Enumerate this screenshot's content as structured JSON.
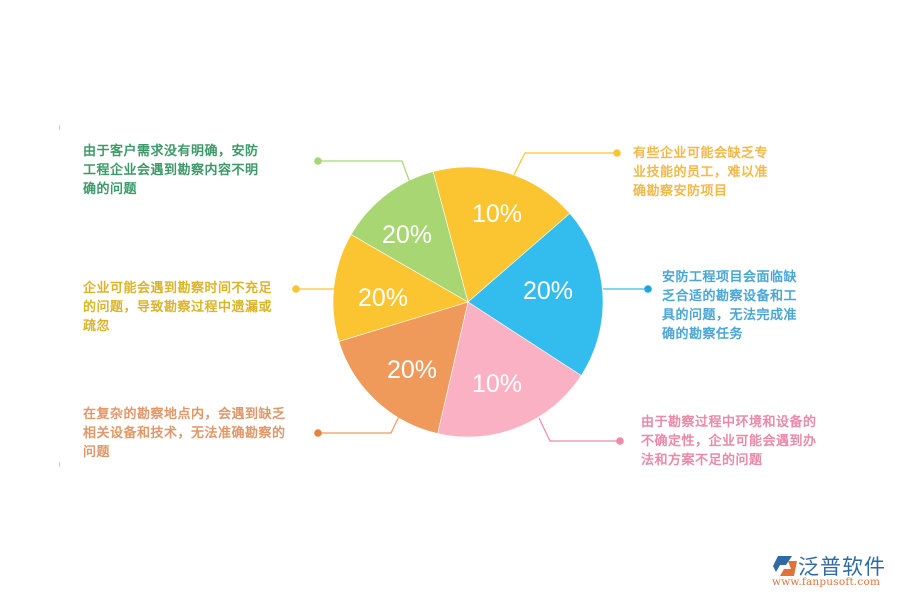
{
  "chart_data": {
    "type": "pie",
    "title": "",
    "center": [
      468,
      302
    ],
    "radius": 135,
    "slices": [
      {
        "label": "有些企业可能会缺乏专业技能的员工，难以准确勘察安防项目",
        "value": 10,
        "display": "10%",
        "color": "#fbc531",
        "start_angle": -105,
        "end_angle": -41
      },
      {
        "label": "安防工程项目会面临缺乏合适的勘察设备和工具的问题，无法完成准确的勘察任务",
        "value": 20,
        "display": "20%",
        "color": "#33bdef",
        "start_angle": -41,
        "end_angle": 33
      },
      {
        "label": "由于勘察过程中环境和设备的不确定性，企业可能会遇到办法和方案不足的问题",
        "value": 10,
        "display": "10%",
        "color": "#fbb1c4",
        "start_angle": 33,
        "end_angle": 103
      },
      {
        "label": "在复杂的勘察地点内，会遇到缺乏相关设备和技术，无法准确勘察的问题",
        "value": 20,
        "display": "20%",
        "color": "#ef995a",
        "start_angle": 103,
        "end_angle": 163
      },
      {
        "label": "企业可能会遇到勘察时间不充足的问题，导致勘察过程中遗漏或疏忽",
        "value": 20,
        "display": "20%",
        "color": "#fbc531",
        "start_angle": 163,
        "end_angle": 210
      },
      {
        "label": "由于客户需求没有明确，安防工程企业会遇到勘察内容不明确的问题",
        "value": 20,
        "display": "20%",
        "color": "#a7d672",
        "start_angle": 210,
        "end_angle": 255
      }
    ],
    "legend": "none (callout annotations)"
  },
  "annotations": {
    "top_left": {
      "color": "#3e9a6a",
      "lines": [
        "由于客户需求没有明确，安防",
        "工程企业会遇到勘察内容不明",
        "确的问题"
      ]
    },
    "mid_left": {
      "color": "#d9b52c",
      "lines": [
        "企业可能会遇到勘察时间不充足",
        "的问题，导致勘察过程中遗漏或",
        "疏忽"
      ]
    },
    "bottom_left": {
      "color": "#e0986a",
      "lines": [
        "在复杂的勘察地点内，会遇到缺乏",
        "相关设备和技术，无法准确勘察的",
        "问题"
      ]
    },
    "top_right": {
      "color": "#f2b94a",
      "lines": [
        "有些企业可能会缺乏专",
        "业技能的员工，难以准",
        "确勘察安防项目"
      ]
    },
    "mid_right": {
      "color": "#4aa6d4",
      "lines": [
        "安防工程项目会面临缺",
        "乏合适的勘察设备和工",
        "具的问题，无法完成准",
        "确的勘察任务"
      ]
    },
    "bottom_right": {
      "color": "#e98aa7",
      "lines": [
        "由于勘察过程中环境和设备的",
        "不确定性，企业可能会遇到办",
        "法和方案不足的问题"
      ]
    }
  },
  "slice_labels": [
    "10%",
    "20%",
    "10%",
    "20%",
    "20%",
    "20%"
  ],
  "logo": {
    "brand": "泛普软件",
    "url": "www.fanpusoft.com"
  }
}
